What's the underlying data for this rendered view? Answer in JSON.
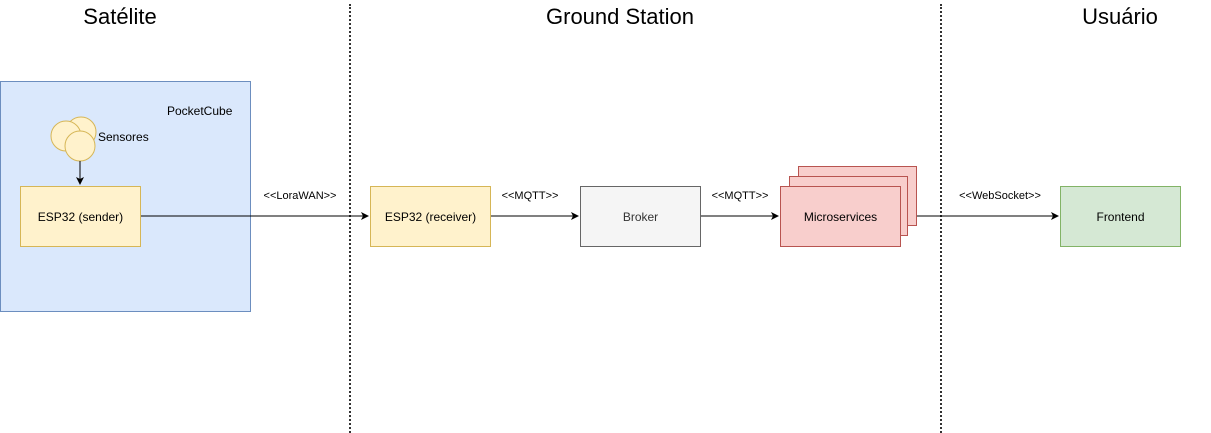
{
  "sections": {
    "satellite": "Satélite",
    "ground_station": "Ground Station",
    "user": "Usuário"
  },
  "nodes": {
    "pocketcube": "PocketCube",
    "sensors": "Sensores",
    "esp32_sender": "ESP32 (sender)",
    "esp32_receiver": "ESP32 (receiver)",
    "broker": "Broker",
    "microservices": "Microservices",
    "frontend": "Frontend"
  },
  "edges": {
    "lorawan": "<<LoraWAN>>",
    "mqtt_1": "<<MQTT>>",
    "mqtt_2": "<<MQTT>>",
    "websocket": "<<WebSocket>>"
  },
  "colors": {
    "container_fill": "#dae8fc",
    "container_stroke": "#6c8ebf",
    "esp32_fill": "#fff2cc",
    "esp32_stroke": "#d6b656",
    "broker_fill": "#f5f5f5",
    "microservices_fill": "#f8cecc",
    "microservices_stroke": "#b85450",
    "frontend_fill": "#d5e8d4",
    "frontend_stroke": "#82b366"
  }
}
